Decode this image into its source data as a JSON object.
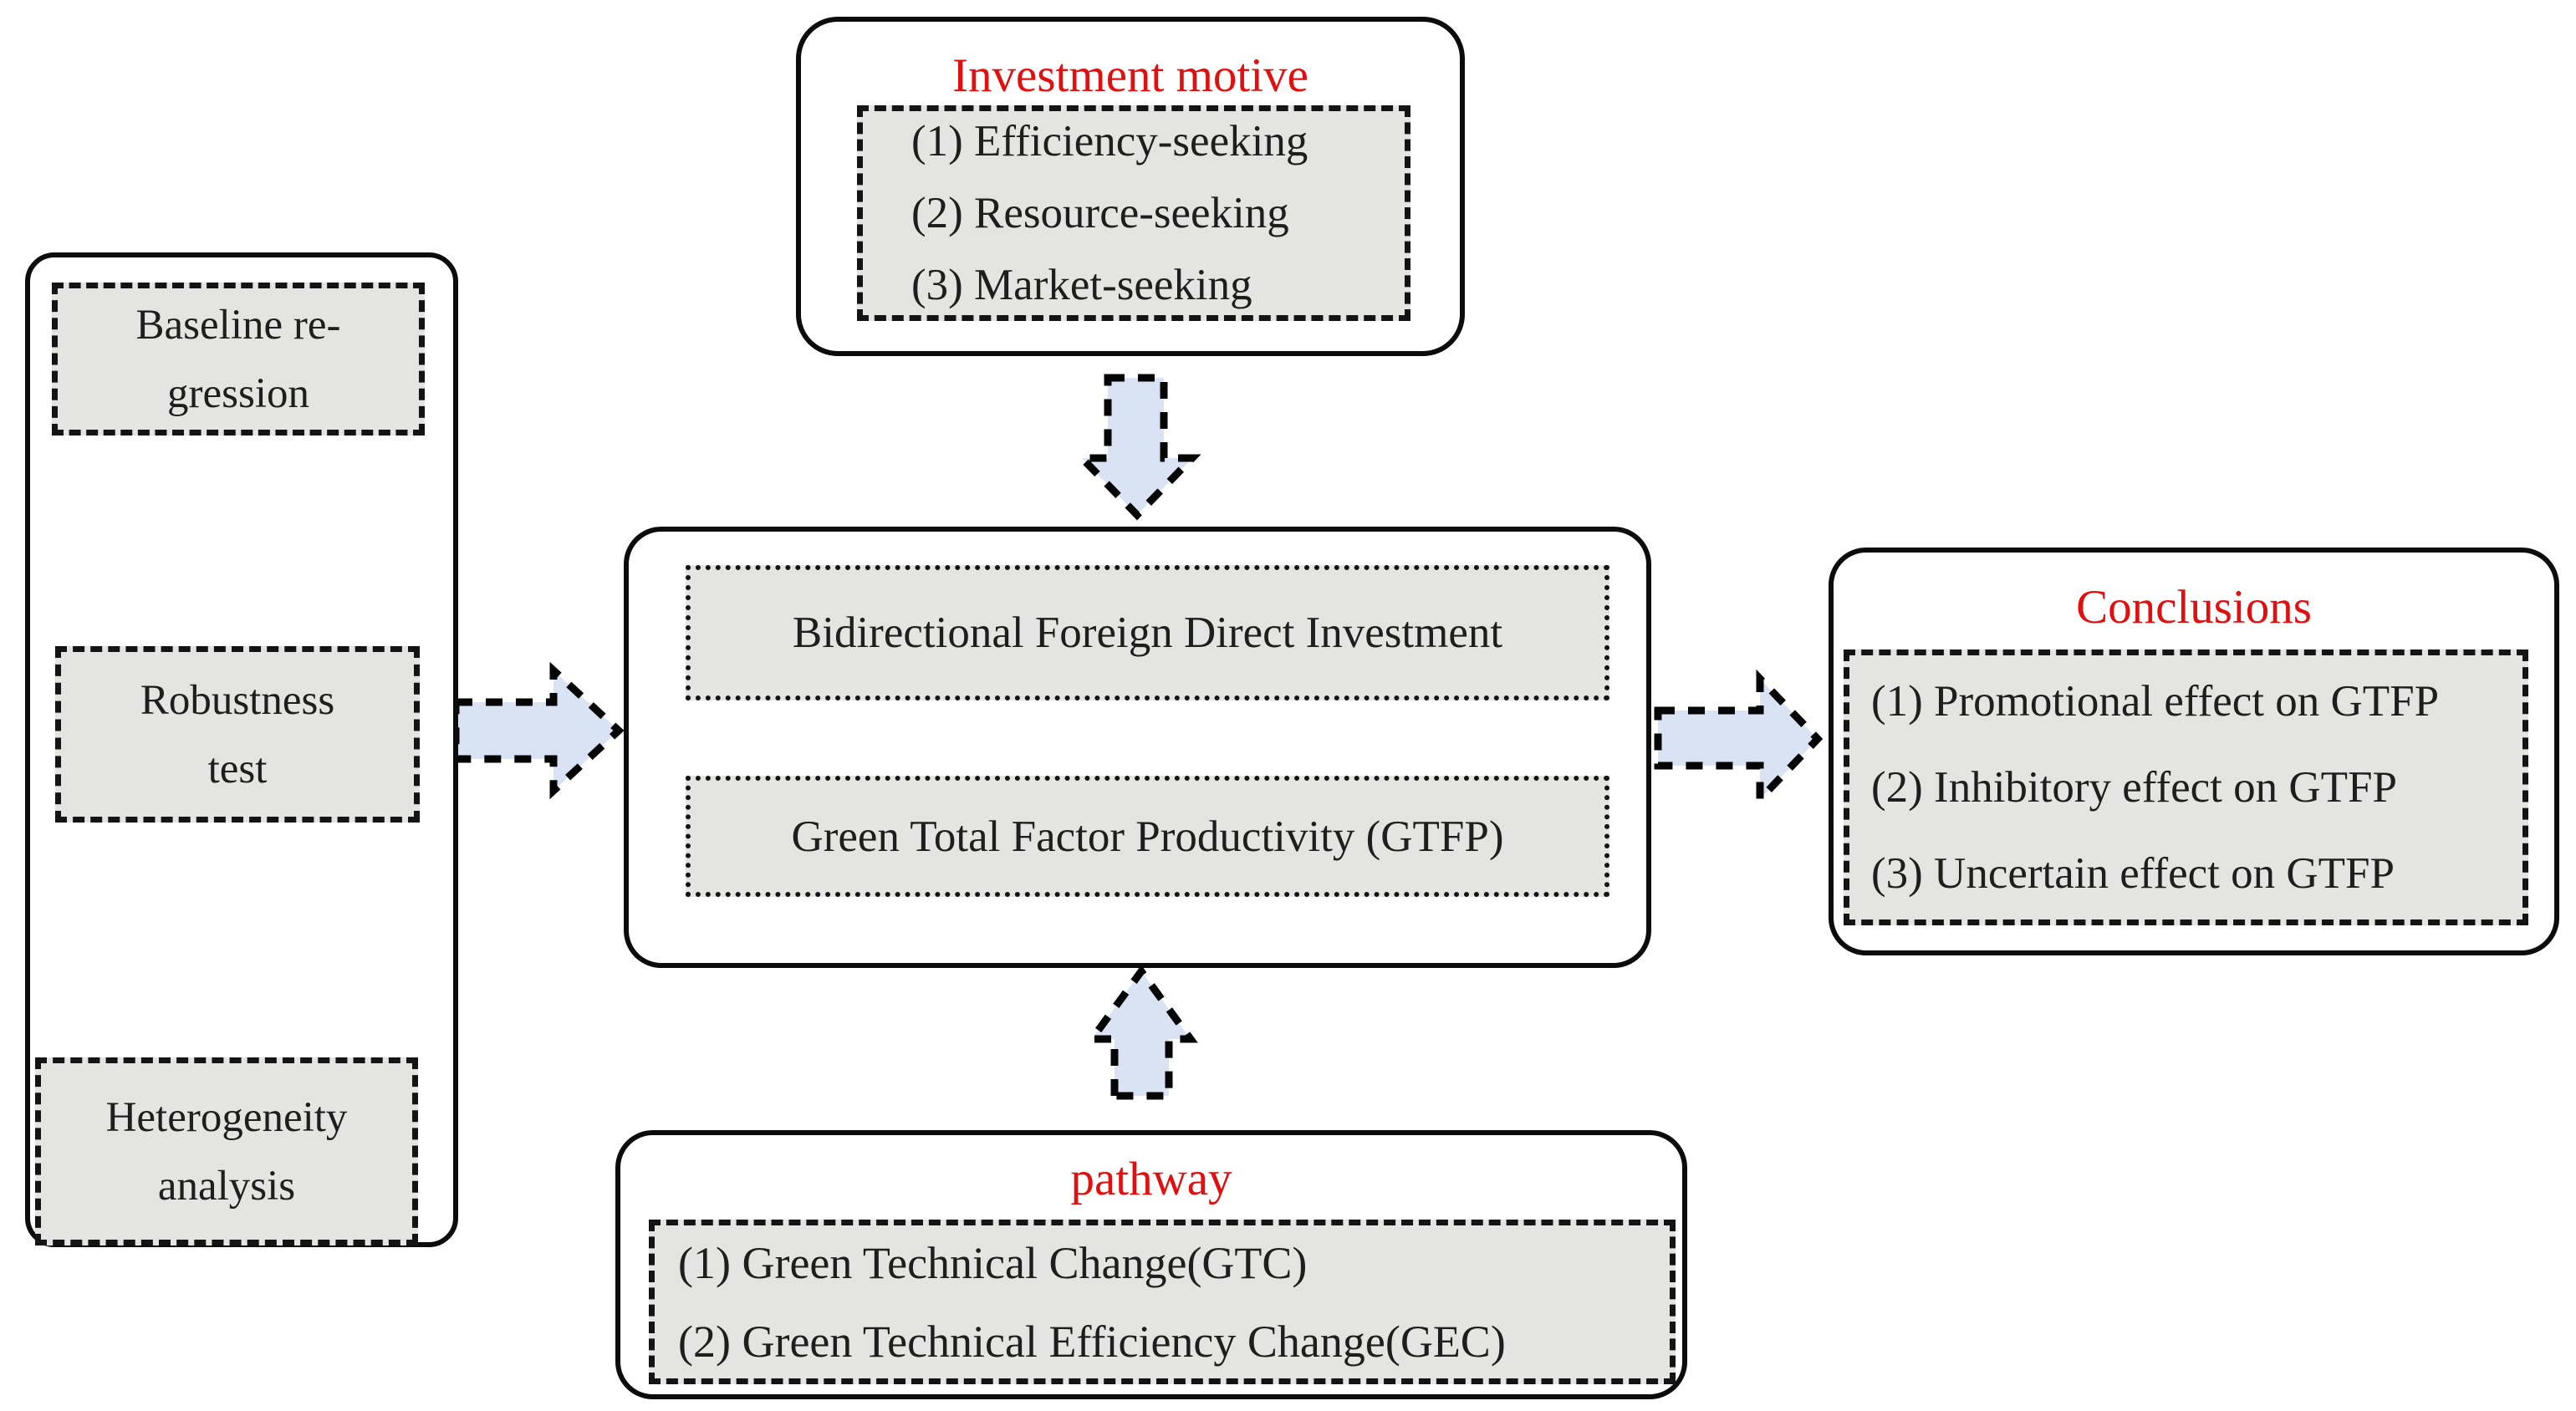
{
  "colors": {
    "accent_red": "#e01010",
    "box_fill_gray": "#e4e4e2",
    "arrow_fill_blue": "#d9e3f3",
    "line_black": "#0c0c0c"
  },
  "investment_motive": {
    "title": "Investment motive",
    "items": [
      "(1) Efficiency-seeking",
      "(2) Resource-seeking",
      "(3) Market-seeking"
    ]
  },
  "analysis_flow": {
    "steps": [
      "Baseline re-\ngression",
      "Robustness\ntest",
      "Heterogeneity\nanalysis"
    ]
  },
  "core_model": {
    "cause": "Bidirectional Foreign Direct Investment",
    "effect": "Green Total Factor Productivity (GTFP)"
  },
  "conclusions": {
    "title": "Conclusions",
    "items": [
      "(1) Promotional effect on GTFP",
      "(2) Inhibitory effect on GTFP",
      "(3) Uncertain effect on GTFP"
    ]
  },
  "pathway": {
    "title": "pathway",
    "items": [
      "(1) Green Technical Change(GTC)",
      "(2) Green Technical Efficiency Change(GEC)"
    ]
  }
}
